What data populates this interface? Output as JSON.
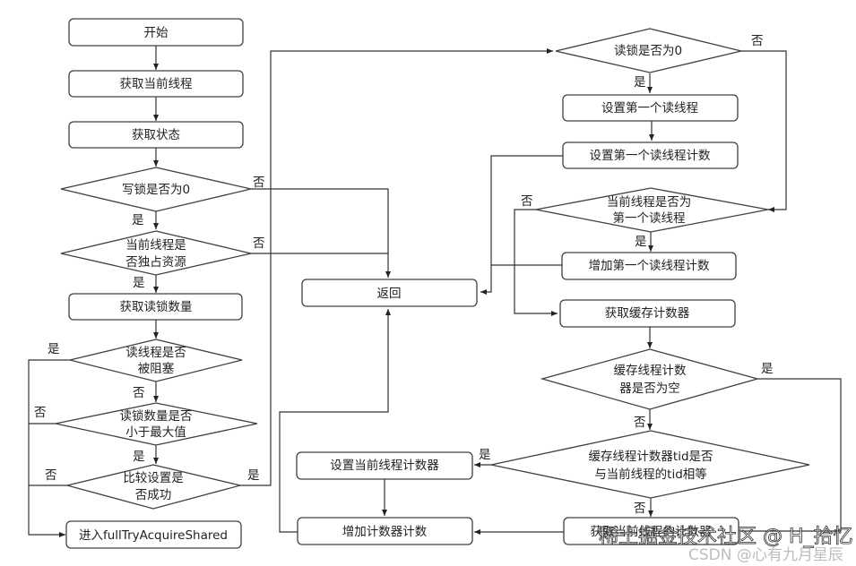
{
  "nodes": {
    "start": "开始",
    "get_thread": "获取当前线程",
    "get_state": "获取状态",
    "write_lock_zero": "写锁是否为0",
    "exclusive": [
      "当前线程是",
      "否独占资源"
    ],
    "get_read_count": "获取读锁数量",
    "reader_blocked": [
      "读线程是否",
      "被阻塞"
    ],
    "read_count_lt_max": [
      "读锁数量是否",
      "小于最大值"
    ],
    "cas_success": [
      "比较设置是",
      "否成功"
    ],
    "full_try": "进入fullTryAcquireShared",
    "return": "返回",
    "read_lock_zero": "读锁是否为0",
    "set_first_reader": "设置第一个读线程",
    "set_first_reader_count": "设置第一个读线程计数",
    "is_first_reader": [
      "当前线程是否为",
      "第一个读线程"
    ],
    "inc_first_reader_count": "增加第一个读线程计数",
    "get_cached_counter": "获取缓存计数器",
    "cached_null": [
      "缓存线程计数",
      "器是否为空"
    ],
    "tid_equal": [
      "缓存线程计数器tid是否",
      "与当前线程的tid相等"
    ],
    "set_current_counter": "设置当前线程计数器",
    "inc_counter": "增加计数器计数",
    "get_current_counter": "获取当前线程的计数器"
  },
  "edge_labels": {
    "yes": "是",
    "no": "否"
  },
  "watermarks": {
    "juejin": "稀土掘金技术社区 @ H_拾忆",
    "csdn": "CSDN @心有九月星辰"
  }
}
